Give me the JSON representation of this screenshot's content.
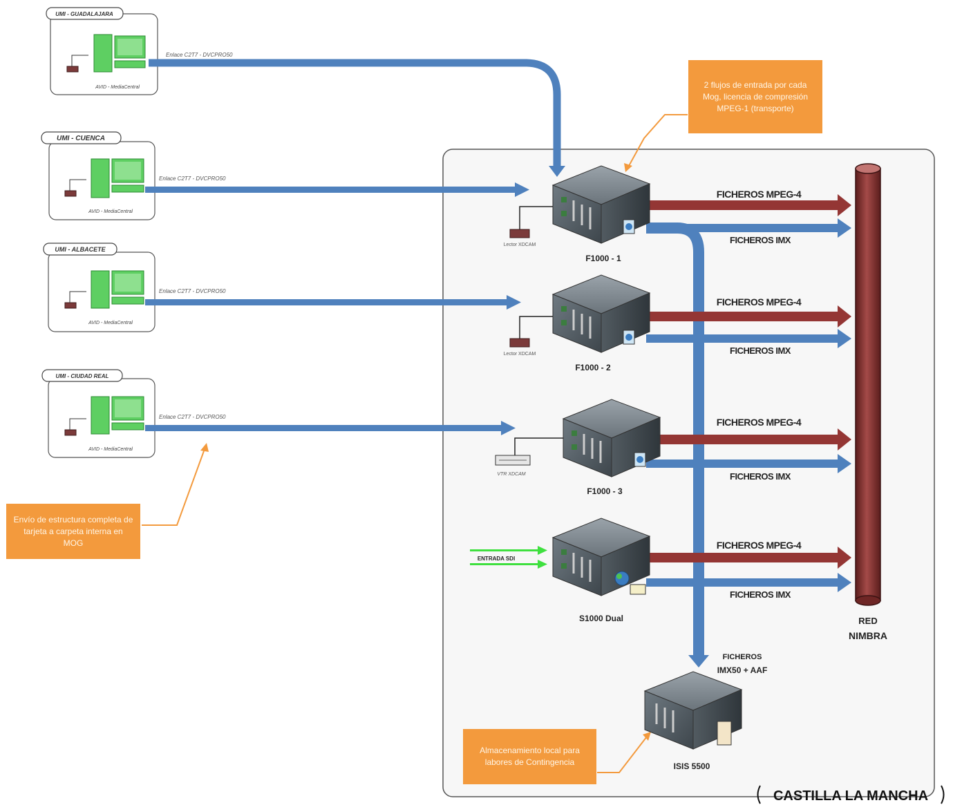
{
  "sites": [
    {
      "title": "UMI - GUADALAJARA",
      "link_label": "Enlace C2T7 - DVCPRO50",
      "station_label": "AVID - MediaCentral"
    },
    {
      "title": "UMI - CUENCA",
      "link_label": "Enlace C2T7 - DVCPRO50",
      "station_label": "AVID - MediaCentral"
    },
    {
      "title": "UMI - ALBACETE",
      "link_label": "Enlace C2T7 - DVCPRO50",
      "station_label": "AVID - MediaCentral"
    },
    {
      "title": "UMI - CIUDAD REAL",
      "link_label": "Enlace C2T7 - DVCPRO50",
      "station_label": "AVID - MediaCentral"
    }
  ],
  "notes": {
    "top": "2 flujos de entrada por cada Mog, licencia de compresión MPEG-1 (transporte)",
    "left": "Envío de estructura completa de tarjeta a carpeta interna en MOG",
    "bottom": "Almacenamiento local para labores de Contingencia"
  },
  "servers": [
    {
      "name": "F1000 - 1",
      "device_label": "Lector XDCAM"
    },
    {
      "name": "F1000 - 2",
      "device_label": "Lector XDCAM"
    },
    {
      "name": "F1000 - 3",
      "device_label": "VTR XDCAM"
    },
    {
      "name": "S1000 Dual",
      "device_label": "ENTRADA SDI"
    }
  ],
  "flows": {
    "mpeg4": "FICHEROS MPEG-4",
    "imx": "FICHEROS IMX"
  },
  "storage": {
    "name": "ISIS 5500",
    "flow_line1": "FICHEROS",
    "flow_line2": "IMX50 + AAF"
  },
  "network": {
    "line1": "RED",
    "line2": "NIMBRA"
  },
  "region": "CASTILLA LA MANCHA",
  "colors": {
    "blue_flow": "#4f81bd",
    "red_flow": "#943634",
    "orange_note": "#f39a3d",
    "green_station": "#5ecf62",
    "sdi_green": "#3fe03f"
  }
}
